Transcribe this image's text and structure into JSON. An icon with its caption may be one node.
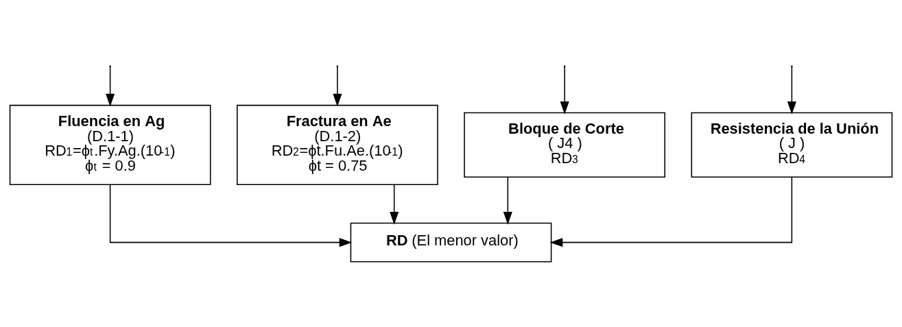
{
  "diagram": {
    "nodes": [
      {
        "text": [
          "Fluencia en Ag",
          "(D.1-1)",
          "RD$_{1}$=ϕ$_{t}$.Fy.Ag.(10$^{-1}$)",
          "ϕ$_{t}$ = 0.9"
        ]
      },
      {
        "text": [
          "Fractura en Ae",
          "(D.1-2)",
          "RD$_{2}$=ϕt.Fu.Ae.(10$^{-1}$)",
          "ϕt = 0.75"
        ]
      },
      {
        "text": [
          "Bloque de Corte",
          "( J4 )",
          "RD$_{3}$"
        ]
      },
      {
        "text": [
          "Resistencia de la Unión",
          "( J )",
          "RD$_{4}$"
        ]
      },
      {
        "text": [
          "**RD** (El menor valor)"
        ]
      }
    ],
    "edges": [
      {
        "from": null,
        "to": 0,
        "arrow": "to"
      },
      {
        "from": null,
        "to": 1,
        "arrow": "to"
      },
      {
        "from": null,
        "to": 2,
        "arrow": "to"
      },
      {
        "from": null,
        "to": 3,
        "arrow": "to"
      },
      {
        "from": 0,
        "to": 4,
        "arrow": "to"
      },
      {
        "from": 1,
        "to": 4,
        "arrow": "to"
      },
      {
        "from": 2,
        "to": 4,
        "arrow": "to"
      },
      {
        "from": 3,
        "to": 4,
        "arrow": "to"
      }
    ]
  }
}
